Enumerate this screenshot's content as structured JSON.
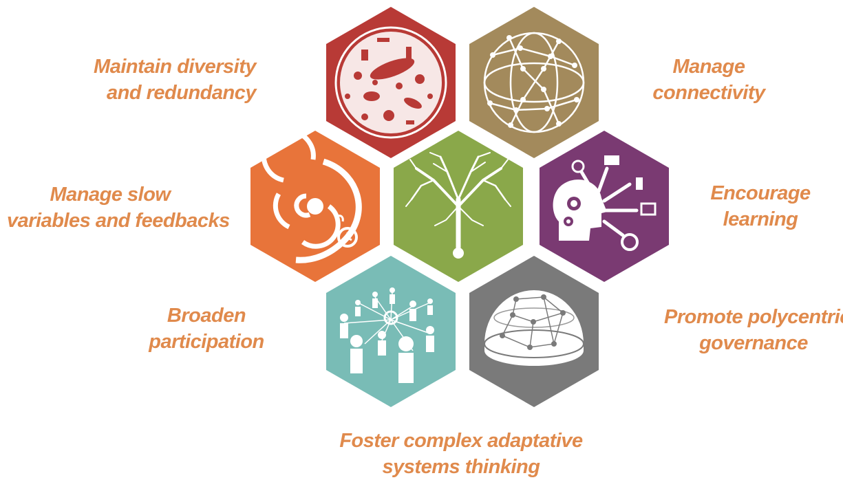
{
  "colors": {
    "label": "#e08a4c",
    "diversity": "#b83a36",
    "connectivity": "#a38a5c",
    "slow_variables": "#e8743a",
    "systems_thinking": "#8aa84a",
    "learning": "#7a3a72",
    "participation": "#79bcb6",
    "governance": "#7a7a7a"
  },
  "labels": {
    "diversity": [
      "Maintain diversity",
      "and redundancy"
    ],
    "connectivity": [
      "Manage",
      "connectivity"
    ],
    "slow_variables": [
      "Manage slow",
      "variables and feedbacks"
    ],
    "learning": [
      "Encourage",
      "learning"
    ],
    "participation": [
      "Broaden",
      "participation"
    ],
    "governance": [
      "Promote polycentric",
      "governance"
    ],
    "systems_thinking": [
      "Foster complex adaptative",
      "systems thinking"
    ]
  },
  "hexes": [
    {
      "key": "diversity",
      "icon": "wildlife-globe-icon"
    },
    {
      "key": "connectivity",
      "icon": "network-globe-icon"
    },
    {
      "key": "slow_variables",
      "icon": "feedback-cycle-icon"
    },
    {
      "key": "systems_thinking",
      "icon": "tree-icon"
    },
    {
      "key": "learning",
      "icon": "head-learning-icon"
    },
    {
      "key": "participation",
      "icon": "people-network-icon"
    },
    {
      "key": "governance",
      "icon": "dome-network-icon"
    }
  ]
}
